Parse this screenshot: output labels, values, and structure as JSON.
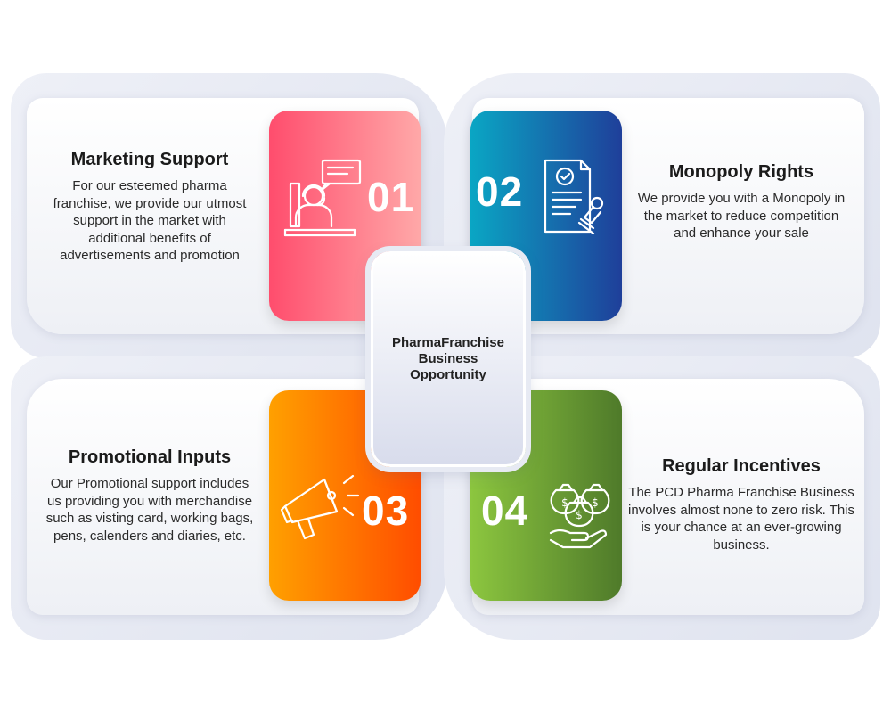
{
  "center": {
    "title": "PharmaFranchise Business Opportunity"
  },
  "items": [
    {
      "number": "01",
      "title": "Marketing Support",
      "description": "For our esteemed pharma franchise, we provide our utmost support in the market with additional benefits of advertisements and promotion",
      "icon": "support-agent-icon",
      "gradient": [
        "#ff4d6d",
        "#ffa8a8"
      ]
    },
    {
      "number": "02",
      "title": "Monopoly Rights",
      "description": "We provide you with a Monopoly in the market to reduce competition and enhance your sale",
      "icon": "approved-document-stamp-icon",
      "gradient": [
        "#0aa6c4",
        "#1f3f9a"
      ]
    },
    {
      "number": "03",
      "title": "Promotional Inputs",
      "description": "Our Promotional support includes us providing you with merchandise such as visting card, working bags, pens, calenders and diaries, etc.",
      "icon": "megaphone-icon",
      "gradient": [
        "#ffa000",
        "#ff4d00"
      ]
    },
    {
      "number": "04",
      "title": "Regular Incentives",
      "description": "The PCD Pharma Franchise Business involves almost none to zero risk. This is your chance at an ever-growing business.",
      "icon": "money-bags-hand-icon",
      "gradient": [
        "#8cc63f",
        "#4f7a2a"
      ]
    }
  ]
}
